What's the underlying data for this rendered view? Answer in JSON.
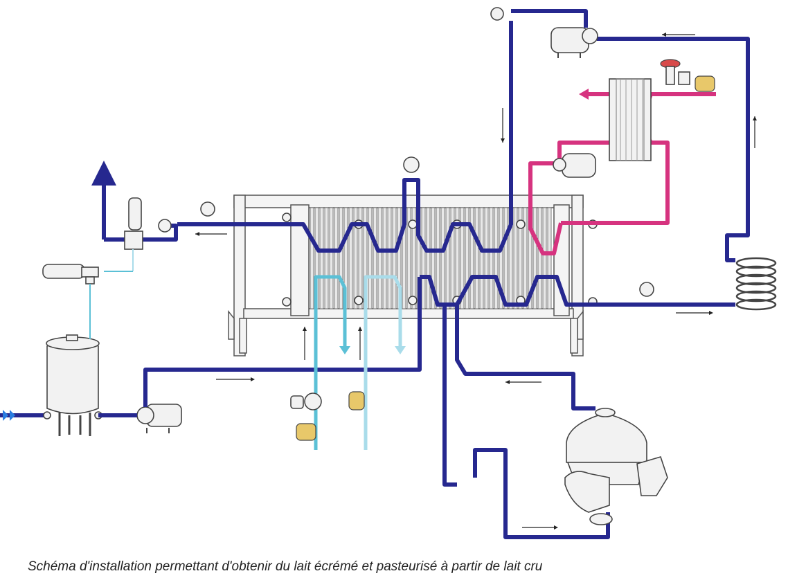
{
  "caption": "Schéma d'installation permettant d'obtenir du lait écrémé et pasteurisé à partir de lait cru",
  "colors": {
    "milk_pipe": "#26288f",
    "hot_water": "#d6337f",
    "steam": "#e0306e",
    "cooling_water": "#5bc0d6",
    "cooling_water_return": "#a9dcea",
    "equipment_outline": "#444444",
    "equipment_fill": "#f2f2f2",
    "actuator_yellow": "#e8c86a",
    "control_valve_red": "#d84a4a"
  },
  "components": [
    "balance-tank",
    "feed-pump",
    "plate-heat-exchanger",
    "centrifugal-separator",
    "holding-tube",
    "booster-pump",
    "hot-water-pump",
    "steam-heater",
    "steam-control-valve",
    "flow-diversion-valve",
    "pressure-gauges",
    "cooling-water-valves"
  ]
}
